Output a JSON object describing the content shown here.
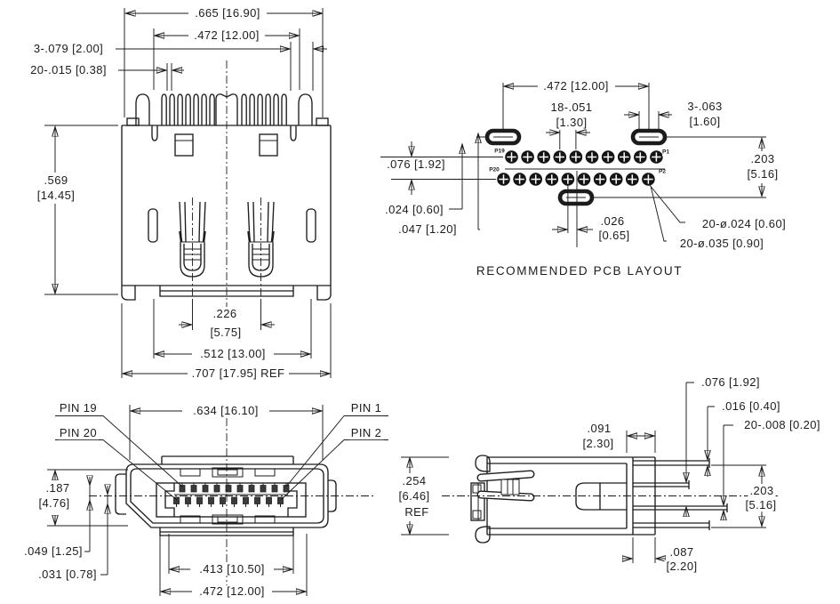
{
  "front_view": {
    "dim_shell_width": ".665 [16.90]",
    "dim_contact_span": ".472 [12.00]",
    "dim_wide_teeth": "3-.079 [2.00]",
    "dim_thin_teeth": "20-.015 [0.38]",
    "dim_height_in": ".569",
    "dim_height_mm": "[14.45]",
    "dim_latch_in": ".226",
    "dim_latch_mm": "[5.75]",
    "dim_body_width": ".512 [13.00]",
    "dim_overall_width": ".707 [17.95] REF"
  },
  "pcb_layout": {
    "caption": "RECOMMENDED PCB LAYOUT",
    "dim_slot_span": ".472 [12.00]",
    "dim_pitch_count": "18-.051",
    "dim_pitch_mm": "[1.30]",
    "dim_slot_count": "3-.063",
    "dim_slot_mm": "[1.60]",
    "dim_row_gap": ".076 [1.92]",
    "dim_offset_a": ".024 [0.60]",
    "dim_offset_b": ".047 [1.20]",
    "dim_span_in": ".203",
    "dim_span_mm": "[5.16]",
    "dim_stagger_in": ".026",
    "dim_stagger_mm": "[0.65]",
    "dim_drill": "20-ø.024 [0.60]",
    "dim_pad": "20-ø.035 [0.90]",
    "pad_p19": "P19",
    "pad_p1": "P1",
    "pad_p20": "P20",
    "pad_p2": "P2"
  },
  "plug_view": {
    "pin19": "PIN 19",
    "pin20": "PIN 20",
    "pin1": "PIN 1",
    "pin2": "PIN 2",
    "dim_width": ".634 [16.10]",
    "dim_height_in": ".187",
    "dim_height_mm": "[4.76]",
    "dim_depth_a": ".049 [1.25]",
    "dim_depth_b": ".031 [0.78]",
    "dim_contact_width": ".413 [10.50]",
    "dim_opening_width": ".472 [12.00]"
  },
  "side_view": {
    "dim_pin_gap": ".076 [1.92]",
    "dim_pin_step": ".016 [0.40]",
    "dim_pin_thickness": "20-.008 [0.20]",
    "dim_flange_in": ".091",
    "dim_flange_mm": "[2.30]",
    "dim_height_in": ".254",
    "dim_height_mm": "[6.46]",
    "dim_height_ref": "REF",
    "dim_pin_span_in": ".203",
    "dim_pin_span_mm": "[5.16]",
    "dim_tail_in": ".087",
    "dim_tail_mm": "[2.20]"
  }
}
